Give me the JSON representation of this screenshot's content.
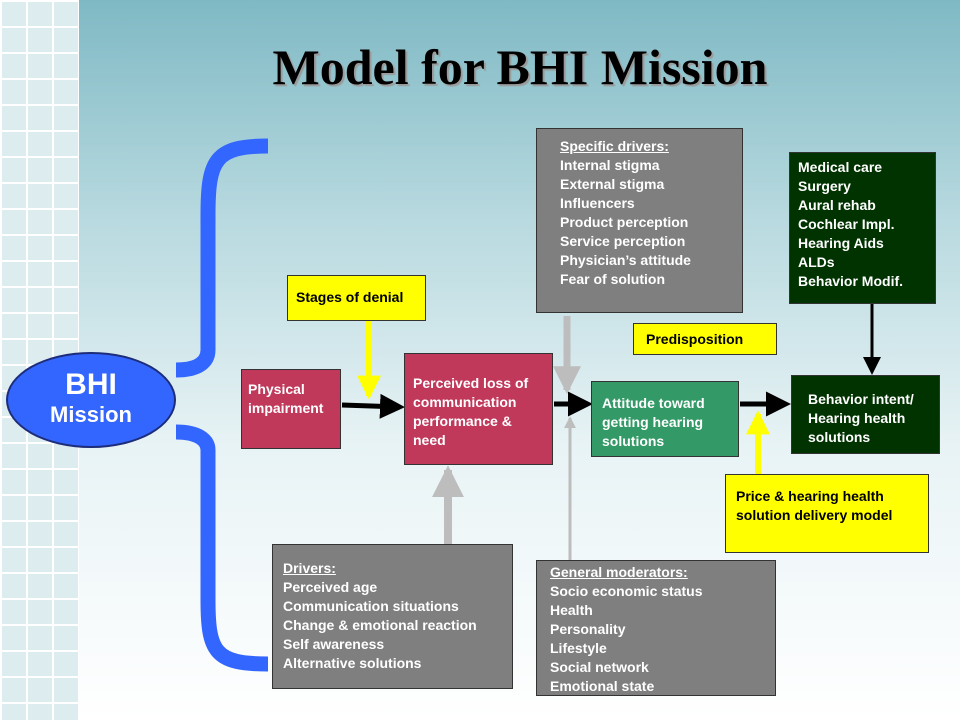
{
  "title": "Model for BHI Mission",
  "mission": {
    "line1": "BHI",
    "line2": "Mission"
  },
  "stages_of_denial": "Stages of denial",
  "physical_impairment": [
    "Physical",
    "impairment"
  ],
  "perceived_loss": [
    "Perceived loss of",
    "communication",
    "performance &",
    "need"
  ],
  "specific_drivers": {
    "heading": "Specific drivers:",
    "items": [
      "Internal stigma",
      "External stigma",
      "Influencers",
      "Product perception",
      "Service perception",
      "Physician’s attitude",
      "Fear of solution"
    ]
  },
  "predisposition": "Predisposition",
  "attitude": [
    "Attitude toward",
    "getting hearing",
    "solutions"
  ],
  "medical_care": [
    "Medical care",
    "Surgery",
    "Aural rehab",
    "Cochlear Impl.",
    "Hearing Aids",
    "ALDs",
    "Behavior Modif."
  ],
  "behavior_intent": [
    "Behavior intent/",
    "Hearing health",
    "solutions"
  ],
  "price_model": [
    "Price & hearing health",
    "solution delivery model"
  ],
  "drivers": {
    "heading": "Drivers:",
    "items": [
      "Perceived age",
      "Communication situations",
      "Change & emotional reaction",
      "Self awareness",
      "Alternative solutions"
    ]
  },
  "general_moderators": {
    "heading": "General moderators:",
    "items": [
      "Socio economic status",
      "Health",
      "Personality",
      "Lifestyle",
      "Social network",
      "Emotional state"
    ]
  },
  "colors": {
    "yellow": "#ffff00",
    "crimson": "#c0395b",
    "gray": "#7f7f7f",
    "green": "#339966",
    "dark_green": "#003300",
    "blue": "#3366ff"
  }
}
